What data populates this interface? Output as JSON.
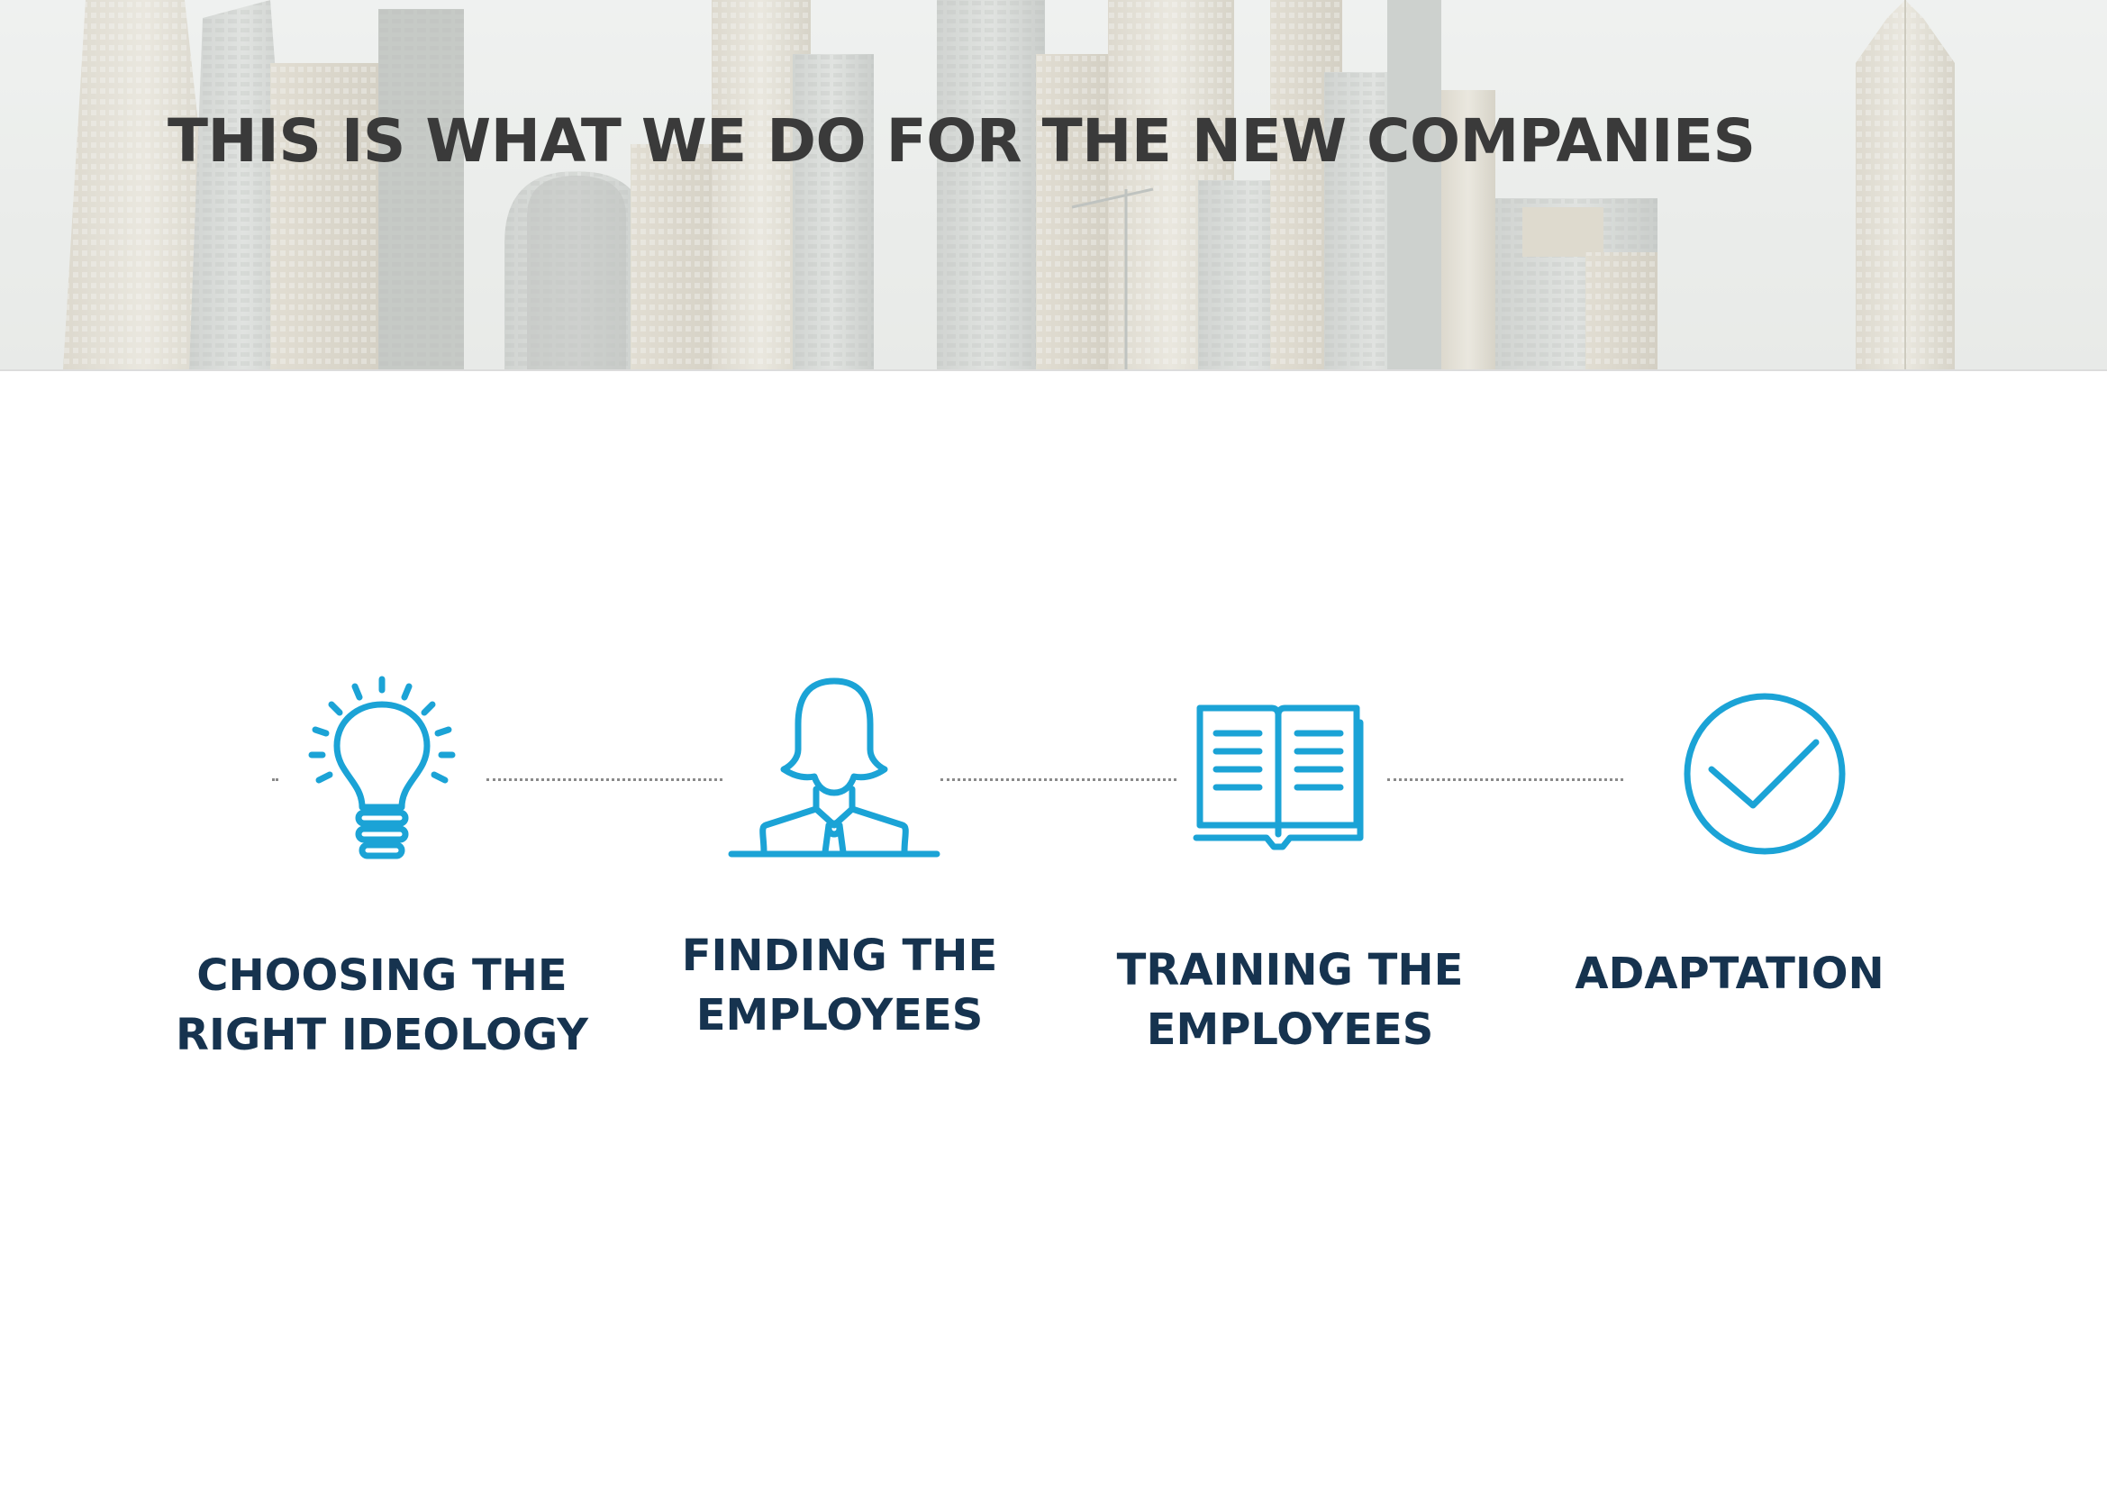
{
  "header": {
    "title": "THIS IS WHAT WE DO FOR THE NEW COMPANIES"
  },
  "colors": {
    "accent": "#1ba3d6",
    "label_text": "#16334f",
    "title_text": "#3a3a3a",
    "connector": "#8a8a8a"
  },
  "steps": [
    {
      "icon": "lightbulb-icon",
      "line1": "CHOOSING THE",
      "line2": "RIGHT IDEOLOGY"
    },
    {
      "icon": "person-icon",
      "line1": "FINDING THE",
      "line2": "EMPLOYEES"
    },
    {
      "icon": "book-icon",
      "line1": "TRAINING THE",
      "line2": "EMPLOYEES"
    },
    {
      "icon": "checkmark-circle-icon",
      "line1": "ADAPTATION"
    }
  ]
}
